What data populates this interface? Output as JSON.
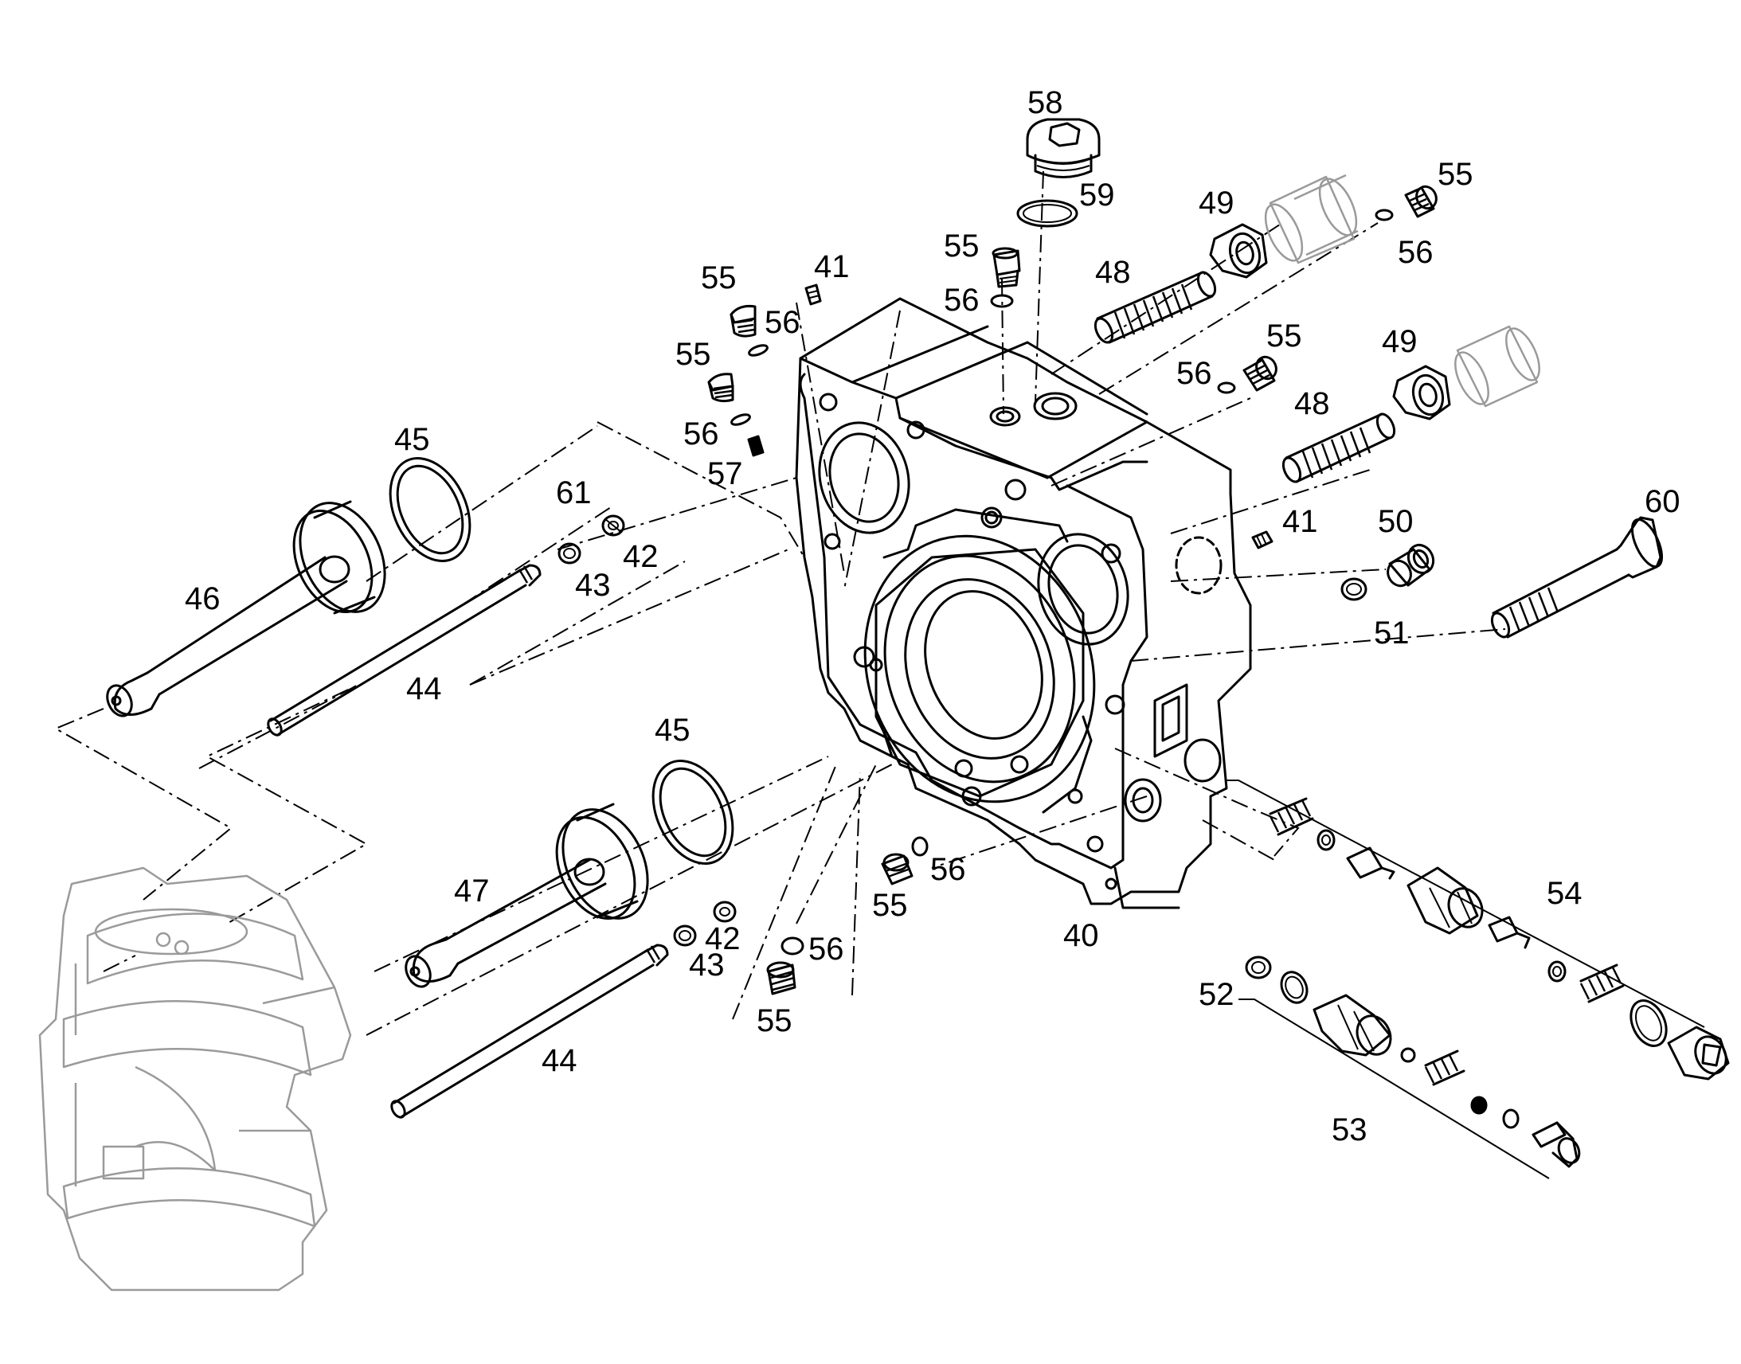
{
  "diagram": {
    "callouts": [
      {
        "id": "c58",
        "label": "58"
      },
      {
        "id": "c59",
        "label": "59"
      },
      {
        "id": "c49a",
        "label": "49"
      },
      {
        "id": "c55a",
        "label": "55"
      },
      {
        "id": "c56a",
        "label": "56"
      },
      {
        "id": "c55b",
        "label": "55"
      },
      {
        "id": "c56b",
        "label": "56"
      },
      {
        "id": "c48a",
        "label": "48"
      },
      {
        "id": "c41a",
        "label": "41"
      },
      {
        "id": "c55c",
        "label": "55"
      },
      {
        "id": "c56c",
        "label": "56"
      },
      {
        "id": "c55d",
        "label": "55"
      },
      {
        "id": "c56d",
        "label": "56"
      },
      {
        "id": "c57",
        "label": "57"
      },
      {
        "id": "c55e",
        "label": "55"
      },
      {
        "id": "c56e",
        "label": "56"
      },
      {
        "id": "c49b",
        "label": "49"
      },
      {
        "id": "c48b",
        "label": "48"
      },
      {
        "id": "c45a",
        "label": "45"
      },
      {
        "id": "c61",
        "label": "61"
      },
      {
        "id": "c42a",
        "label": "42"
      },
      {
        "id": "c43a",
        "label": "43"
      },
      {
        "id": "c46",
        "label": "46"
      },
      {
        "id": "c44a",
        "label": "44"
      },
      {
        "id": "c41b",
        "label": "41"
      },
      {
        "id": "c50",
        "label": "50"
      },
      {
        "id": "c51",
        "label": "51"
      },
      {
        "id": "c60",
        "label": "60"
      },
      {
        "id": "c45b",
        "label": "45"
      },
      {
        "id": "c47",
        "label": "47"
      },
      {
        "id": "c42b",
        "label": "42"
      },
      {
        "id": "c43b",
        "label": "43"
      },
      {
        "id": "c56f",
        "label": "56"
      },
      {
        "id": "c55f",
        "label": "55"
      },
      {
        "id": "c44b",
        "label": "44"
      },
      {
        "id": "c55g",
        "label": "55"
      },
      {
        "id": "c56g",
        "label": "56"
      },
      {
        "id": "c40",
        "label": "40"
      },
      {
        "id": "c54",
        "label": "54"
      },
      {
        "id": "c52",
        "label": "52"
      },
      {
        "id": "c53",
        "label": "53"
      }
    ]
  }
}
